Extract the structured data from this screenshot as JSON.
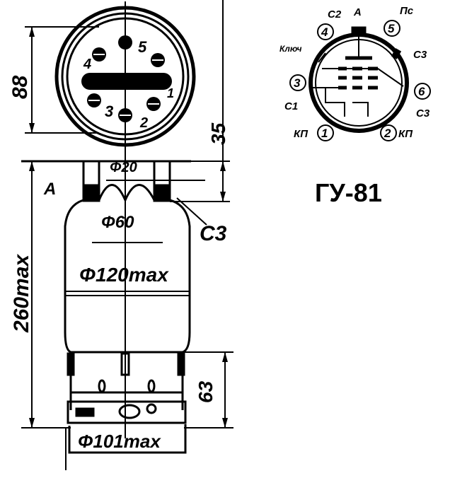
{
  "title": "ГУ-81",
  "drawing": {
    "dim_top_height": "88",
    "dim_cap_height": "35",
    "dim_total_height": "260max",
    "dim_base_height": "63",
    "dim_cap_diameter": "Φ20",
    "dim_inner_diameter": "Φ60",
    "dim_bulb_diameter": "Φ120max",
    "dim_base_diameter": "Φ101max",
    "label_anode": "A",
    "label_grid3": "C3",
    "top_view_pins": [
      "1",
      "2",
      "3",
      "4",
      "5"
    ]
  },
  "pinout": {
    "pins": [
      {
        "num": "1",
        "label": "КП"
      },
      {
        "num": "2",
        "label": "КП"
      },
      {
        "num": "3",
        "label": "C1"
      },
      {
        "num": "4",
        "label": "C2"
      },
      {
        "num": "5",
        "label": "Пс"
      },
      {
        "num": "6",
        "label": "C3"
      }
    ],
    "anode_label": "A",
    "key_label": "Ключ",
    "grid3_label": "C3"
  }
}
